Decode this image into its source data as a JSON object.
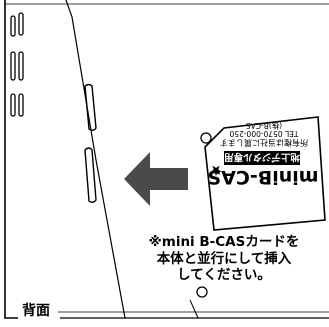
{
  "note": {
    "line1": "※mini B-CASカードを",
    "line2": "本体と並行にして挿入",
    "line3": "してください。"
  },
  "back_label": "背面",
  "card": {
    "brand": "miniB-CAS",
    "usage": "地上デジタル専用",
    "rights_notice": "所有権は当社に属します",
    "company": "(株)B-CAS",
    "phone": "TEL 0570-000-250"
  },
  "colors": {
    "line": "#000000",
    "arrow": "#4a4a4a",
    "card_banner": "#000000",
    "background": "#ffffff"
  },
  "icons": {
    "arrow": "arrow-left-icon",
    "star": "star-icon"
  }
}
